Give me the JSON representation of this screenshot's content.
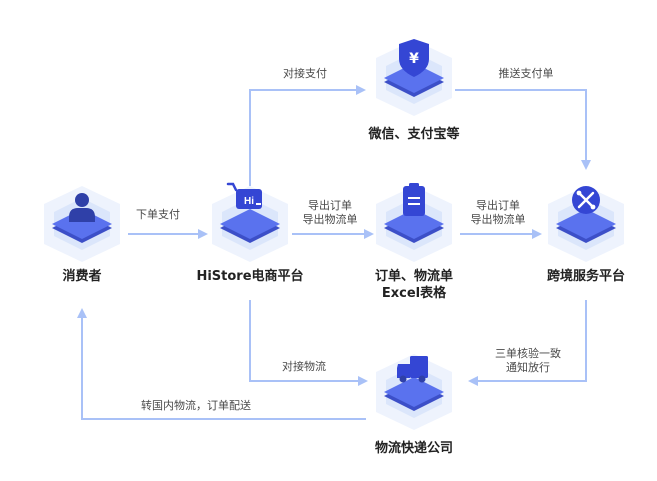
{
  "nodes": {
    "consumer": {
      "label": "消费者",
      "icon": "person-icon"
    },
    "platform": {
      "label": "HiStore电商平台",
      "icon": "cart-icon",
      "icon_text": "Hi"
    },
    "payment": {
      "label": "微信、支付宝等",
      "icon": "yen-shield-icon",
      "icon_text": "¥"
    },
    "order": {
      "line1": "订单、物流单",
      "line2": "Excel表格",
      "icon": "clipboard-icon"
    },
    "crossborder": {
      "label": "跨境服务平台",
      "icon": "tools-icon"
    },
    "logistics": {
      "label": "物流快递公司",
      "icon": "truck-icon"
    }
  },
  "edges": {
    "place_order": "下单支付",
    "connect_payment": "对接支付",
    "push_payment": "推送支付单",
    "export_a": {
      "line1": "导出订单",
      "line2": "导出物流单"
    },
    "export_b": {
      "line1": "导出订单",
      "line2": "导出物流单"
    },
    "connect_logistics": "对接物流",
    "verify": {
      "line1": "三单核验一致",
      "line2": "通知放行"
    },
    "transfer": "转国内物流，订单配送"
  },
  "colors": {
    "arrow": "#a9c1f7",
    "hex_outer": "#eef3fd",
    "hex_inner": "#dbe6fb",
    "slab_top": "#5a72ee",
    "slab_side": "#3c4fc8",
    "slab_dark": "#2f40a8",
    "icon": "#3446d4"
  }
}
